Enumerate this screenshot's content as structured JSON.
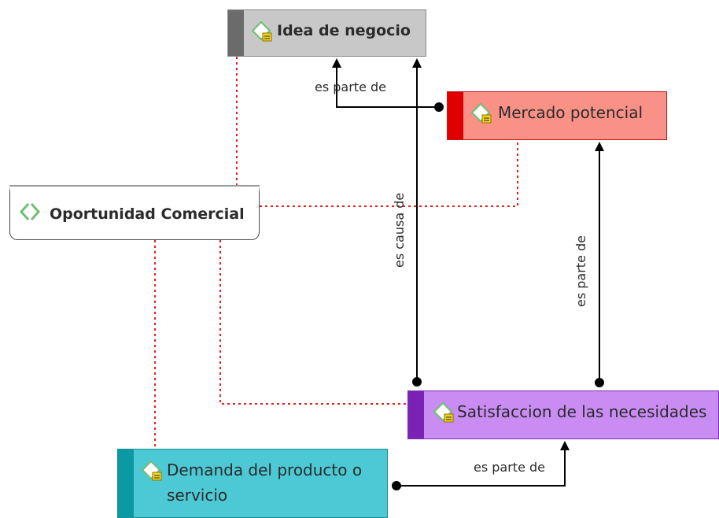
{
  "nodes": {
    "idea": {
      "label": "Idea de negocio",
      "icon": "concept-note-icon",
      "color": "#c8c8c8"
    },
    "mercado": {
      "label": "Mercado potencial",
      "icon": "concept-note-icon",
      "color": "#f99186"
    },
    "oportunidad": {
      "label": "Oportunidad Comercial",
      "icon": "chevron-pair-icon",
      "color": "#ffffff"
    },
    "satisfaccion": {
      "label": "Satisfaccion de las necesidades",
      "icon": "concept-note-icon",
      "color": "#c88cf2"
    },
    "demanda": {
      "label": "Demanda del producto o servicio",
      "icon": "concept-note-icon",
      "color": "#4cc9d4"
    }
  },
  "edges": {
    "mercado_idea": "es parte de",
    "satisfaccion_idea": "es causa de",
    "satisfaccion_mercado": "es parte de",
    "demanda_satisfaccion": "es parte de"
  },
  "colors": {
    "connector": "#000000",
    "dotted_link": "#e02020"
  }
}
